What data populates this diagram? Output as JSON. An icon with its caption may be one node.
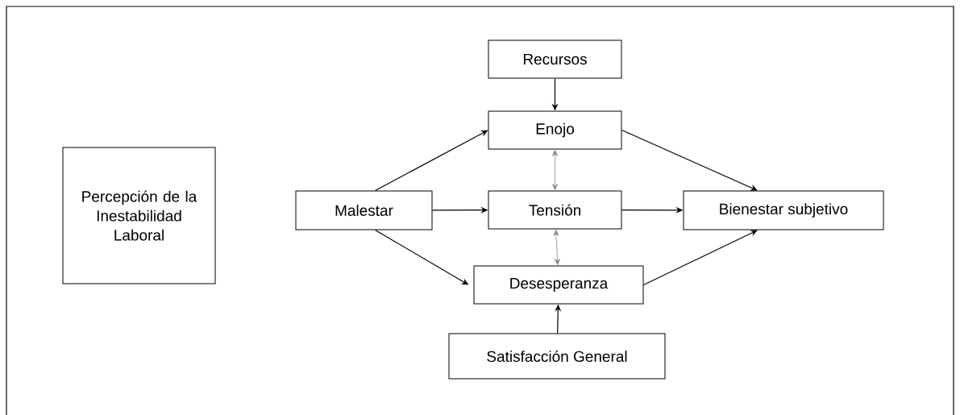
{
  "diagram": {
    "nodes": [
      {
        "text": [
          "Percepción de la Inestabilidad Laboral"
        ]
      },
      {
        "text": [
          "Recursos"
        ]
      },
      {
        "text": [
          "Enojo"
        ]
      },
      {
        "text": [
          "Malestar"
        ]
      },
      {
        "text": [
          "Tensión"
        ]
      },
      {
        "text": [
          "Bienestar subjetivo"
        ]
      },
      {
        "text": [
          "Desesperanza"
        ]
      },
      {
        "text": [
          "Satisfacción General"
        ]
      }
    ],
    "edges": [
      {
        "from": 1,
        "to": 2,
        "arrow": "to"
      },
      {
        "from": 3,
        "to": 2,
        "arrow": "to"
      },
      {
        "from": 3,
        "to": 4,
        "arrow": "to"
      },
      {
        "from": 3,
        "to": 6,
        "arrow": "to"
      },
      {
        "from": 2,
        "to": 5,
        "arrow": "to"
      },
      {
        "from": 4,
        "to": 5,
        "arrow": "to"
      },
      {
        "from": 6,
        "to": 5,
        "arrow": "to"
      },
      {
        "from": 2,
        "to": 4,
        "arrow": "both",
        "color": "#888888"
      },
      {
        "from": 4,
        "to": 6,
        "arrow": "both",
        "color": "#888888"
      },
      {
        "from": 7,
        "to": 6,
        "arrow": "to"
      }
    ]
  }
}
